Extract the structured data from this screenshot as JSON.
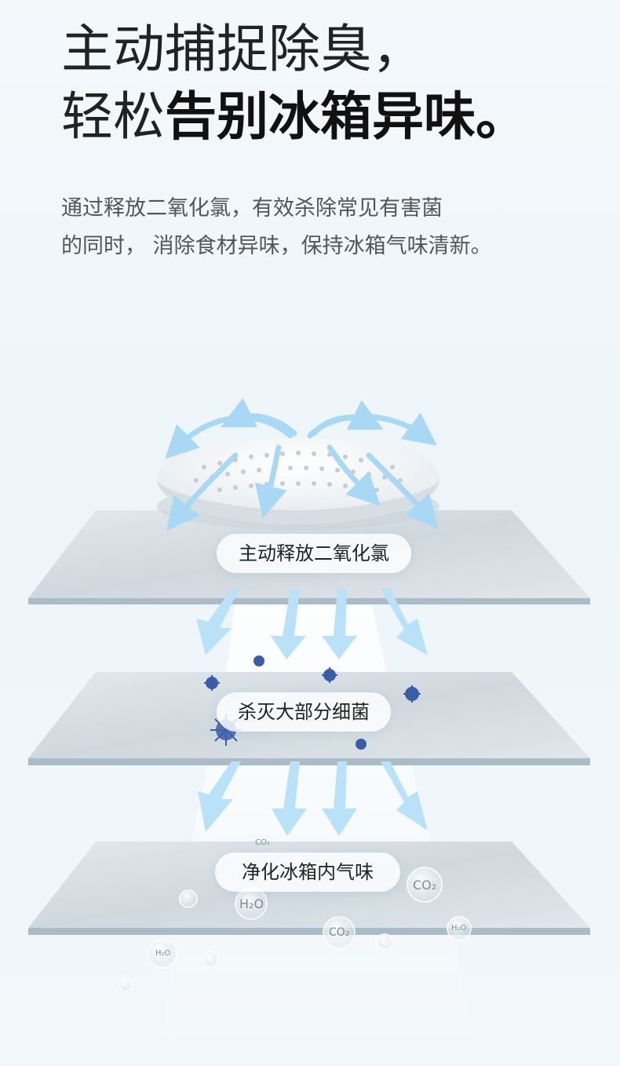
{
  "headline": {
    "line1": "主动捕捉除臭，",
    "line2_light": "轻松",
    "line2_bold": "告别冰箱异味。"
  },
  "subtext": {
    "line1": "通过释放二氧化氯，有效杀除常见有害菌",
    "line2": "的同时， 消除食材异味，保持冰箱气味清新。"
  },
  "layers": {
    "layer1_label": "主动释放二氧化氯",
    "layer2_label": "杀灭大部分细菌",
    "layer3_label": "净化冰箱内气味"
  },
  "molecules": {
    "co2": "CO₂",
    "h2o": "H₂O"
  },
  "colors": {
    "arrow": "#a9d8f5",
    "glass": "#d9e1e6",
    "glass_edge": "#9fb3bf",
    "virus": "#3a5da8"
  },
  "icons": [
    "air-purifier-device-icon",
    "airflow-arrow-icon",
    "bacteria-icon",
    "co2-bubble-icon",
    "h2o-bubble-icon"
  ]
}
